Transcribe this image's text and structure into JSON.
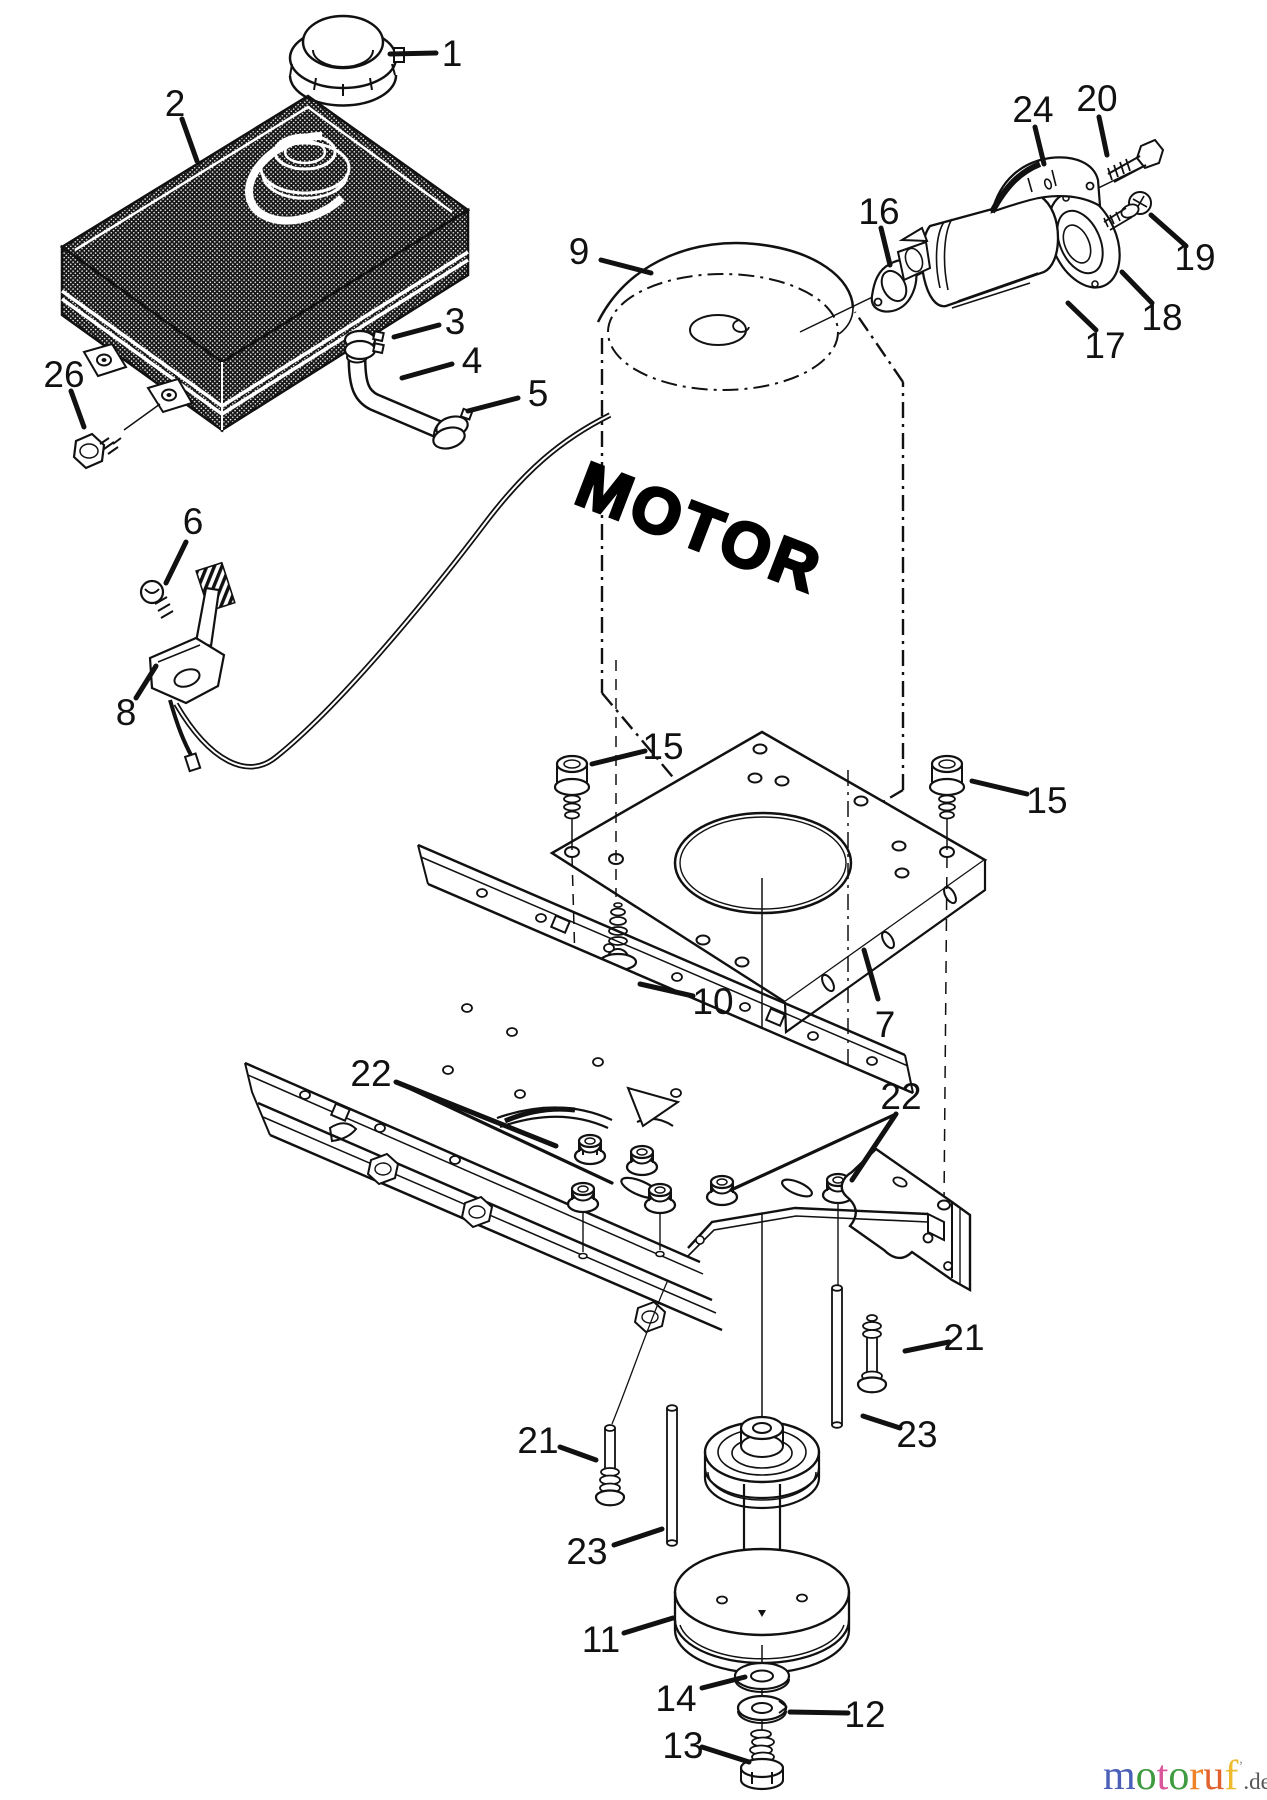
{
  "diagram": {
    "kind": "exploded-parts-diagram",
    "motor_label": "MOTOR",
    "line_color": "#111111",
    "callouts": [
      {
        "part": "1"
      },
      {
        "part": "2"
      },
      {
        "part": "3"
      },
      {
        "part": "4"
      },
      {
        "part": "5"
      },
      {
        "part": "6"
      },
      {
        "part": "8"
      },
      {
        "part": "26"
      },
      {
        "part": "9"
      },
      {
        "part": "16"
      },
      {
        "part": "24"
      },
      {
        "part": "20"
      },
      {
        "part": "19"
      },
      {
        "part": "18"
      },
      {
        "part": "17"
      },
      {
        "part": "15"
      },
      {
        "part": "15"
      },
      {
        "part": "10"
      },
      {
        "part": "7"
      },
      {
        "part": "22"
      },
      {
        "part": "22"
      },
      {
        "part": "21"
      },
      {
        "part": "23"
      },
      {
        "part": "21"
      },
      {
        "part": "23"
      },
      {
        "part": "11"
      },
      {
        "part": "14"
      },
      {
        "part": "12"
      },
      {
        "part": "13"
      }
    ]
  },
  "branding": {
    "letters": [
      {
        "ch": "m",
        "color": "#4a5fb8"
      },
      {
        "ch": "o",
        "color": "#3f9b3f"
      },
      {
        "ch": "t",
        "color": "#d9569a"
      },
      {
        "ch": "o",
        "color": "#3f9b3f"
      },
      {
        "ch": "r",
        "color": "#f08228"
      },
      {
        "ch": "u",
        "color": "#e2622d"
      },
      {
        "ch": "f",
        "color": "#eebb2e"
      }
    ],
    "mark": "’",
    "mark_color": "#999999",
    "tld": ".de",
    "tld_color": "#555555"
  }
}
